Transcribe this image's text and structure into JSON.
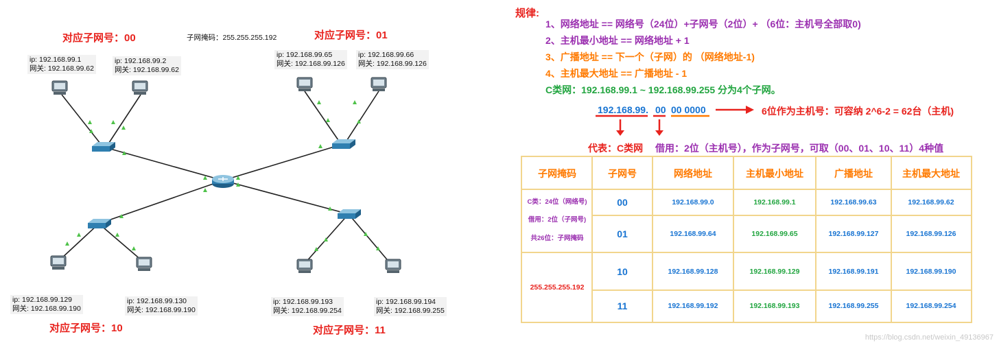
{
  "topology": {
    "subnet_mask_label": "子网掩码：255.255.255.192",
    "subnet_titles": {
      "s00": "对应子网号：00",
      "s01": "对应子网号：01",
      "s10": "对应子网号：10",
      "s11": "对应子网号：11"
    },
    "hosts": [
      {
        "ip": "ip: 192.168.99.1",
        "gw": "网关: 192.168.99.62"
      },
      {
        "ip": "ip: 192.168.99.2",
        "gw": "网关: 192.168.99.62"
      },
      {
        "ip": "ip: 192.168.99.65",
        "gw": "网关: 192.168.99.126"
      },
      {
        "ip": "ip: 192.168.99.66",
        "gw": "网关: 192.168.99.126"
      },
      {
        "ip": "ip: 192.168.99.129",
        "gw": "网关: 192.168.99.190"
      },
      {
        "ip": "ip: 192.168.99.130",
        "gw": "网关: 192.168.99.190"
      },
      {
        "ip": "ip: 192.168.99.193",
        "gw": "网关: 192.168.99.254"
      },
      {
        "ip": "ip: 192.168.99.194",
        "gw": "网关: 192.168.99.255"
      }
    ]
  },
  "rules": {
    "title": "规律:",
    "r1": "1、网络地址      ==  网络号（24位）+子网号（2位）+ （6位：主机号全部取0)",
    "r2": "2、主机最小地址 ==  网络地址 + 1",
    "r3": "3、广播地址       == 下一个（子网）的 （网络地址-1)",
    "r4": "4、主机最大地址 ==  广播地址 - 1",
    "c_class": "C类网：192.168.99.1 ~ 192.168.99.255 分为4个子网。"
  },
  "breakdown": {
    "part_net": "192.168.99.",
    "part_subnet": "00",
    "part_host": "00 0000",
    "host_note": "6位作为主机号：可容纳 2^6-2 = 62台（主机)",
    "represents": "代表：C类网",
    "borrow_note": "借用：2位（主机号），作为子网号，可取（00、01、10、11）4种值"
  },
  "table": {
    "headers": [
      "子网掩码",
      "子网号",
      "网络地址",
      "主机最小地址",
      "广播地址",
      "主机最大地址"
    ],
    "mask_notes": [
      "C类：24位（网络号)",
      "借用：2位（子网号)",
      "共26位：子网掩码"
    ],
    "mask_value": "255.255.255.192",
    "rows": [
      {
        "subnet": "00",
        "network": "192.168.99.0",
        "min": "192.168.99.1",
        "broadcast": "192.168.99.63",
        "max": "192.168.99.62"
      },
      {
        "subnet": "01",
        "network": "192.168.99.64",
        "min": "192.168.99.65",
        "broadcast": "192.168.99.127",
        "max": "192.168.99.126"
      },
      {
        "subnet": "10",
        "network": "192.168.99.128",
        "min": "192.168.99.129",
        "broadcast": "192.168.99.191",
        "max": "192.168.99.190"
      },
      {
        "subnet": "11",
        "network": "192.168.99.192",
        "min": "192.168.99.193",
        "broadcast": "192.168.99.255",
        "max": "192.168.99.254"
      }
    ]
  },
  "watermark": "https://blog.csdn.net/weixin_49136967",
  "colors": {
    "red": "#e8231e",
    "purple": "#9b30b0",
    "orange": "#ff7a00",
    "green": "#22a540",
    "blue": "#1874d2"
  }
}
